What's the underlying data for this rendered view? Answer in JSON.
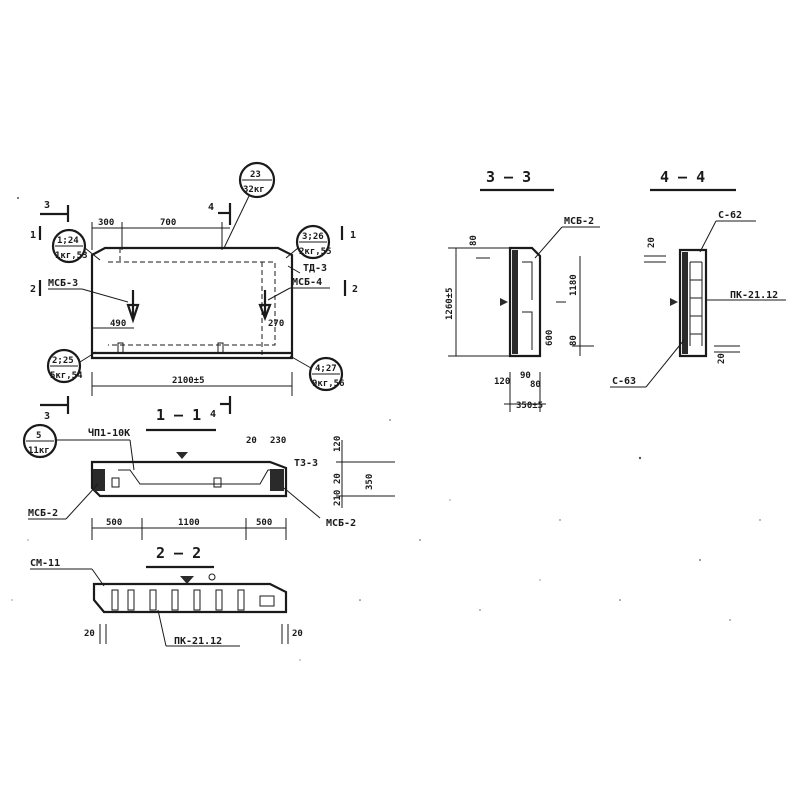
{
  "plan": {
    "section_mark_3": "3",
    "section_mark_4": "4",
    "section_mark_1": "1",
    "section_mark_2": "2",
    "dim_300": "300",
    "dim_700": "700",
    "dim_490": "490",
    "dim_270": "270",
    "dim_length": "2100±5",
    "callout_top": {
      "top": "23",
      "bottom": "32кг"
    },
    "callout_tl": {
      "top": "1;24",
      "bottom": "1кг,53"
    },
    "callout_tr": {
      "top": "3;26",
      "bottom": "2кг,55"
    },
    "callout_bl": {
      "top": "2;25",
      "bottom": "5кг,54"
    },
    "callout_br": {
      "top": "4;27",
      "bottom": "9кг,56"
    },
    "label_mcb3": "МСБ-3",
    "label_mcb4": "МСБ-4",
    "label_td3": "ТД-3"
  },
  "section_1_1": {
    "title": "1 — 1",
    "callout": {
      "top": "5",
      "bottom": "11кг"
    },
    "label_top": "ЧП1-10К",
    "label_left": "МСБ-2",
    "label_right": "МСБ-2",
    "label_t3": "Т3-3",
    "dim_20": "20",
    "dim_230": "230",
    "dim_120": "120",
    "dim_20b": "20",
    "dim_350": "350",
    "dim_210": "210",
    "dim_500a": "500",
    "dim_1100": "1100",
    "dim_500b": "500"
  },
  "section_2_2": {
    "title": "2 — 2",
    "label_cm": "СМ-11",
    "label_pk": "ПК-21.12",
    "dim_20a": "20",
    "dim_20b": "20"
  },
  "section_3_3": {
    "title": "3 — 3",
    "label_mcb": "МСБ-2",
    "dim_80a": "80",
    "dim_1260": "1260±5",
    "dim_1180": "1180",
    "dim_600": "600",
    "dim_80b": "80",
    "dim_90": "90",
    "dim_120": "120",
    "dim_80c": "80",
    "dim_350": "350±5"
  },
  "section_4_4": {
    "title": "4 — 4",
    "label_c62": "С-62",
    "label_pk": "ПК-21.12",
    "label_c63": "С-63",
    "dim_20a": "20",
    "dim_20b": "20"
  }
}
